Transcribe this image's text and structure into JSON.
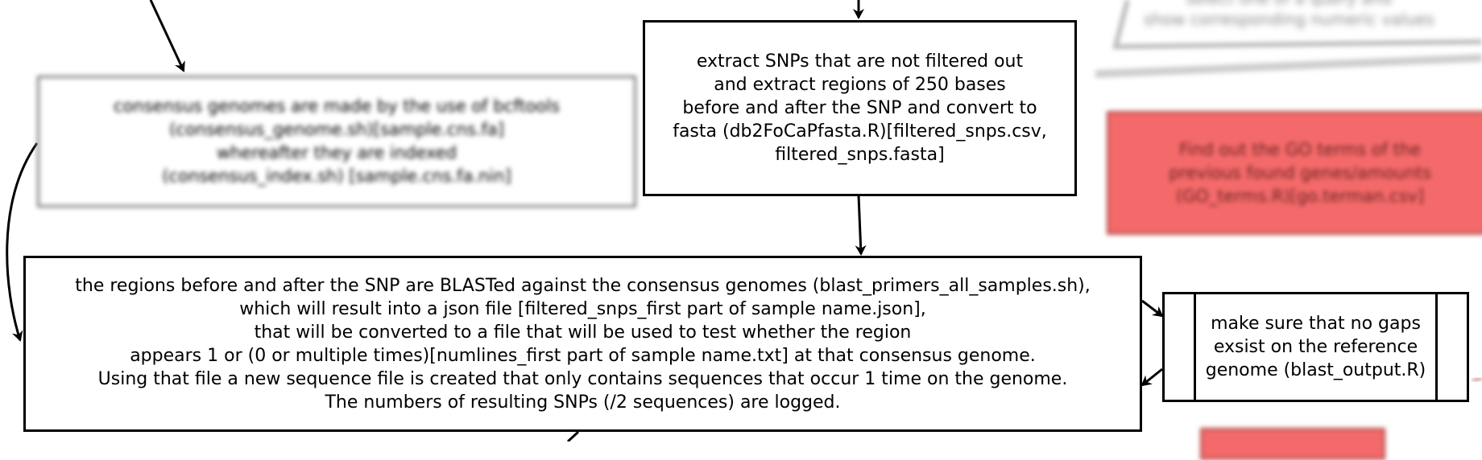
{
  "nodes": {
    "consensus": "consensus genomes are made by the use of bcftools\n(consensus_genome.sh)[sample.cns.fa]\nwhereafter they are indexed\n(consensus_index.sh) [sample.cns.fa.nin]",
    "extract": "extract SNPs that are not filtered out\nand extract regions of 250 bases\nbefore and after the SNP and convert to\nfasta (db2FoCaPfasta.R)[filtered_snps.csv,\nfiltered_snps.fasta]",
    "blast": "the regions before and after the SNP are BLASTed against the consensus genomes (blast_primers_all_samples.sh),\nwhich will result into a json file [filtered_snps_first part of sample name.json],\nthat will be converted to a file that will be used to test whether the region\nappears 1 or (0 or multiple times)[numlines_first part of sample name.txt] at that consensus genome.\nUsing that file a new sequence file is created that only contains sequences that occur 1 time on the genome.\nThe numbers of resulting SNPs (/2 sequences) are logged.",
    "gaps": "make sure that no gaps\nexsist on the reference\ngenome (blast_output.R)",
    "go_terms": "Find out the GO terms of the\nprevious found genes/amounts\n(GO_terms.R)[go.terman.csv]",
    "partial_top_right": "select one of a query and\nshow corresponding numeric values"
  },
  "colors": {
    "red_fill": "#f46a6a",
    "red_border": "#b94d4d",
    "stroke": "#000000"
  }
}
